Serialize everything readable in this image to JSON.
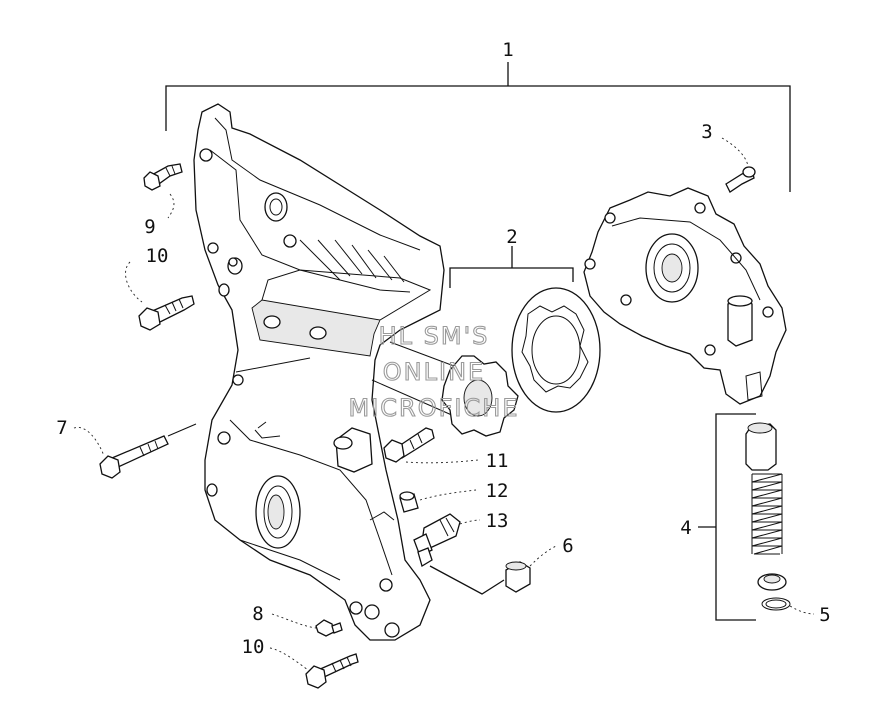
{
  "callouts": {
    "c1": "1",
    "c2": "2",
    "c3": "3",
    "c4": "4",
    "c5": "5",
    "c6": "6",
    "c7": "7",
    "c8": "8",
    "c9": "9",
    "c10a": "10",
    "c10b": "10",
    "c11": "11",
    "c12": "12",
    "c13": "13"
  },
  "watermark": {
    "line1": "HL SM'S",
    "line2": "ONLINE",
    "line3": "MICROFICHE"
  }
}
